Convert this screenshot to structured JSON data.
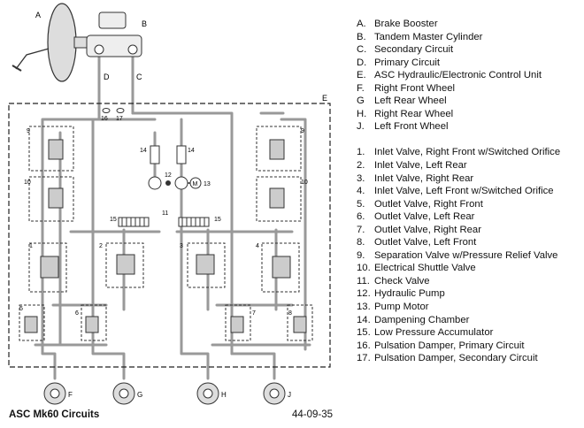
{
  "legend_letters": [
    {
      "key": "A.",
      "text": "Brake Booster"
    },
    {
      "key": "B.",
      "text": "Tandem Master Cylinder"
    },
    {
      "key": "C.",
      "text": "Secondary Circuit"
    },
    {
      "key": "D.",
      "text": "Primary Circuit"
    },
    {
      "key": "E.",
      "text": "ASC Hydraulic/Electronic Control Unit"
    },
    {
      "key": "F.",
      "text": "Right Front Wheel"
    },
    {
      "key": "G",
      "text": "Left Rear Wheel"
    },
    {
      "key": "H.",
      "text": "Right Rear Wheel"
    },
    {
      "key": "J.",
      "text": "Left Front Wheel"
    }
  ],
  "legend_numbers": [
    {
      "key": "1.",
      "text": "Inlet Valve, Right Front w/Switched Orifice"
    },
    {
      "key": "2.",
      "text": "Inlet Valve, Left Rear"
    },
    {
      "key": "3.",
      "text": "Inlet Valve, Right Rear"
    },
    {
      "key": "4.",
      "text": "Inlet Valve, Left Front w/Switched Orifice"
    },
    {
      "key": "5.",
      "text": "Outlet Valve, Right Front"
    },
    {
      "key": "6.",
      "text": "Outlet Valve, Left Rear"
    },
    {
      "key": "7.",
      "text": "Outlet Valve, Right Rear"
    },
    {
      "key": "8.",
      "text": "Outlet Valve, Left Front"
    },
    {
      "key": "9.",
      "text": "Separation Valve w/Pressure Relief Valve"
    },
    {
      "key": "10.",
      "text": "Electrical Shuttle Valve"
    },
    {
      "key": "11.",
      "text": "Check Valve"
    },
    {
      "key": "12.",
      "text": "Hydraulic Pump"
    },
    {
      "key": "13.",
      "text": "Pump Motor"
    },
    {
      "key": "14.",
      "text": "Dampening Chamber"
    },
    {
      "key": "15.",
      "text": "Low Pressure Accumulator"
    },
    {
      "key": "16.",
      "text": "Pulsation Damper, Primary Circuit"
    },
    {
      "key": "17.",
      "text": "Pulsation Damper, Secondary Circuit"
    }
  ],
  "diagram_labels": {
    "A": "A",
    "B": "B",
    "C": "C",
    "D": "D",
    "E": "E",
    "F": "F",
    "G": "G",
    "H": "H",
    "J": "J",
    "n1": "1",
    "n2": "2",
    "n3": "3",
    "n4": "4",
    "n5": "5",
    "n6": "6",
    "n7": "7",
    "n8": "8",
    "n9a": "9",
    "n9b": "9",
    "n10a": "10",
    "n10b": "10",
    "n11": "11",
    "n12": "12",
    "n13": "13",
    "n14a": "14",
    "n14b": "14",
    "n15a": "15",
    "n15b": "15",
    "n16": "16",
    "n17": "17",
    "motor": "M"
  },
  "caption": "ASC Mk60 Circuits",
  "figure_number": "44-09-35"
}
